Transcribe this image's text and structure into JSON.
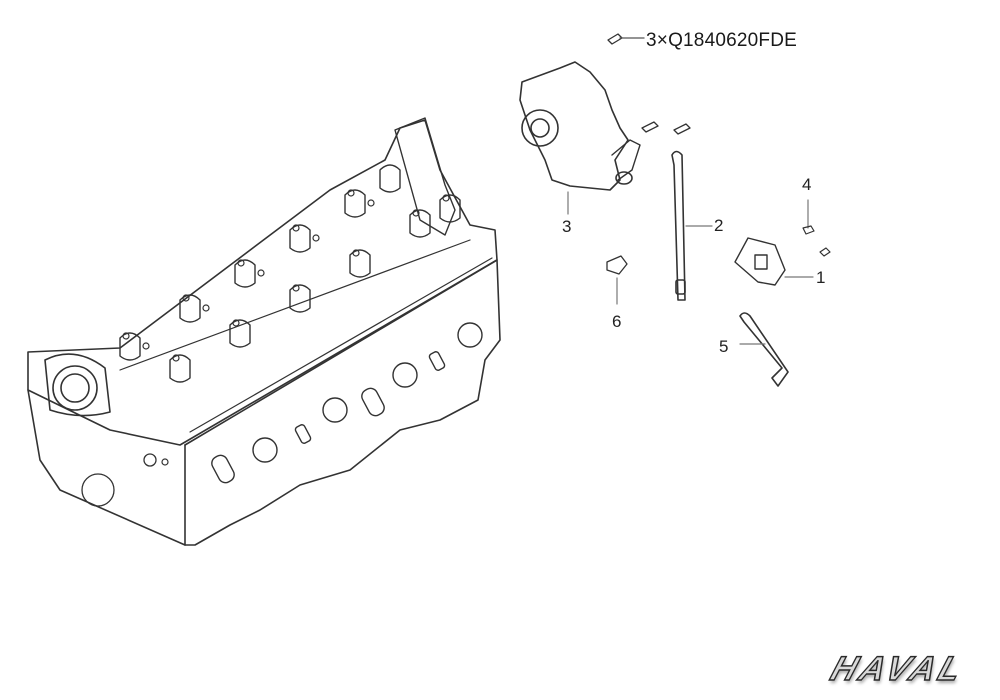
{
  "diagram": {
    "type": "exploded parts diagram",
    "subject": "engine cylinder head with vacuum pump and accessories",
    "spec_note": "3×Q1840620FDE",
    "brand_logo": "HAVAL",
    "callouts": [
      {
        "id": "1",
        "label": "1",
        "part": "solenoid valve / bracket"
      },
      {
        "id": "2",
        "label": "2",
        "part": "vacuum hose (long)"
      },
      {
        "id": "3",
        "label": "3",
        "part": "vacuum pump"
      },
      {
        "id": "4",
        "label": "4",
        "part": "bolt"
      },
      {
        "id": "5",
        "label": "5",
        "part": "vacuum hose (short)"
      },
      {
        "id": "6",
        "label": "6",
        "part": "clip"
      }
    ],
    "colors": {
      "line": "#333333",
      "background": "#ffffff"
    }
  }
}
